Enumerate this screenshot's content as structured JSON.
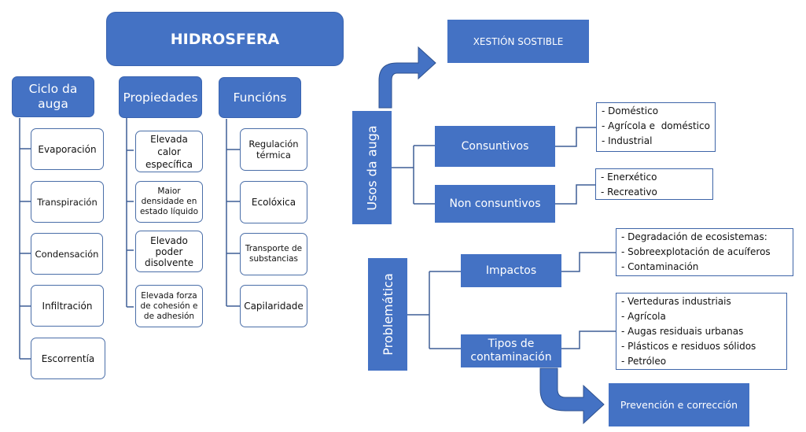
{
  "root": {
    "title": "HIDROSFERA"
  },
  "branches": [
    {
      "heading": "Ciclo da auga",
      "items": [
        "Evaporación",
        "Transpiración",
        "Condensación",
        "Infiltración",
        "Escorrentía"
      ]
    },
    {
      "heading": "Propiedades",
      "items": [
        "Elevada calor específica",
        "Maior densidade en estado líquido",
        "Elevado poder disolvente",
        "Elevada forza de cohesión e de adhesión"
      ]
    },
    {
      "heading": "Funcións",
      "items": [
        "Regulación térmica",
        "Ecolóxica",
        "Transporte de substancias",
        "Capilaridade"
      ]
    }
  ],
  "xestion": {
    "label": "XESTIÓN SOSTIBLE"
  },
  "usos": {
    "label": "Usos da auga",
    "groups": [
      {
        "label": "Consuntivos",
        "items": [
          "- Doméstico",
          "- Agrícola e  doméstico",
          "- Industrial"
        ]
      },
      {
        "label": "Non consuntivos",
        "items": [
          "- Enerxético",
          "- Recreativo"
        ]
      }
    ]
  },
  "problematica": {
    "label": "Problemática",
    "groups": [
      {
        "label": "Impactos",
        "items": [
          "- Degradación de ecosistemas:",
          "- Sobreexplotación de acuíferos",
          "- Contaminación"
        ]
      },
      {
        "label": "Tipos de contaminación",
        "items": [
          "- Verteduras industriais",
          "- Agrícola",
          "- Augas residuais urbanas",
          "- Plásticos e residuos sólidos",
          "- Petróleo"
        ]
      }
    ]
  },
  "prevencion": {
    "label": "Prevención e corrección"
  },
  "colors": {
    "primary": "#4472c4",
    "connector": "#3e5f96"
  }
}
